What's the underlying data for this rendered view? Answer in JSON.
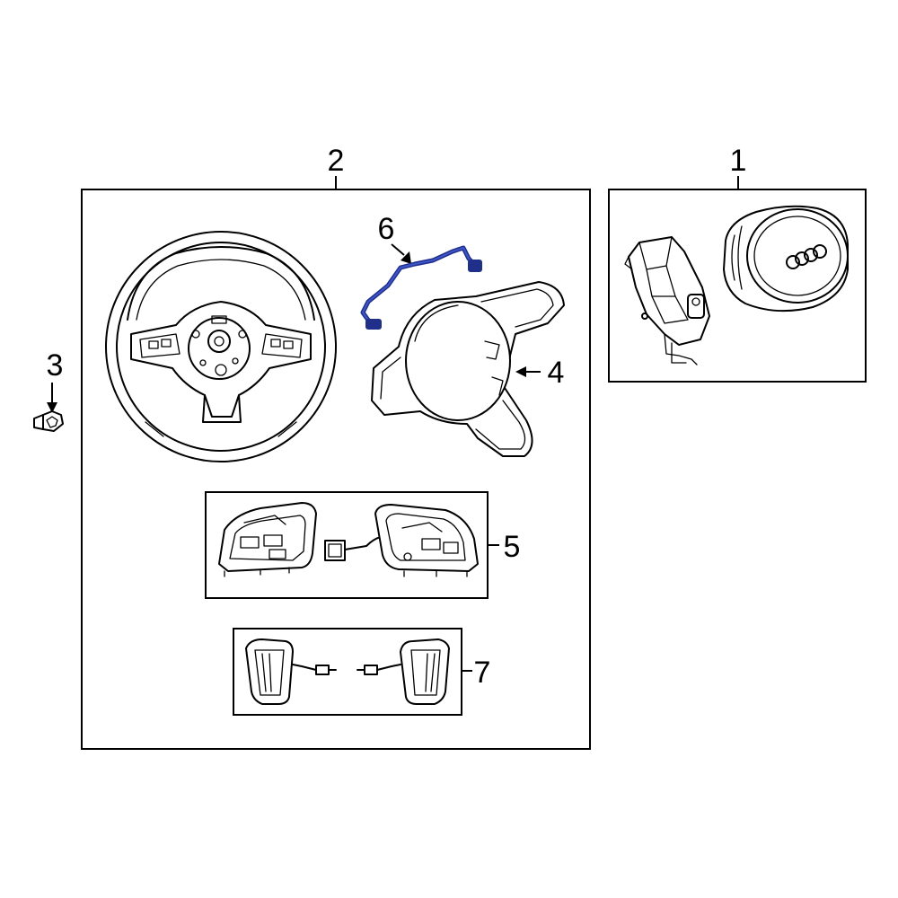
{
  "callouts": {
    "c1": "1",
    "c2": "2",
    "c3": "3",
    "c4": "4",
    "c5": "5",
    "c6": "6",
    "c7": "7"
  },
  "colors": {
    "line": "#000000",
    "highlight": "#1f2f8a",
    "background": "#ffffff"
  }
}
